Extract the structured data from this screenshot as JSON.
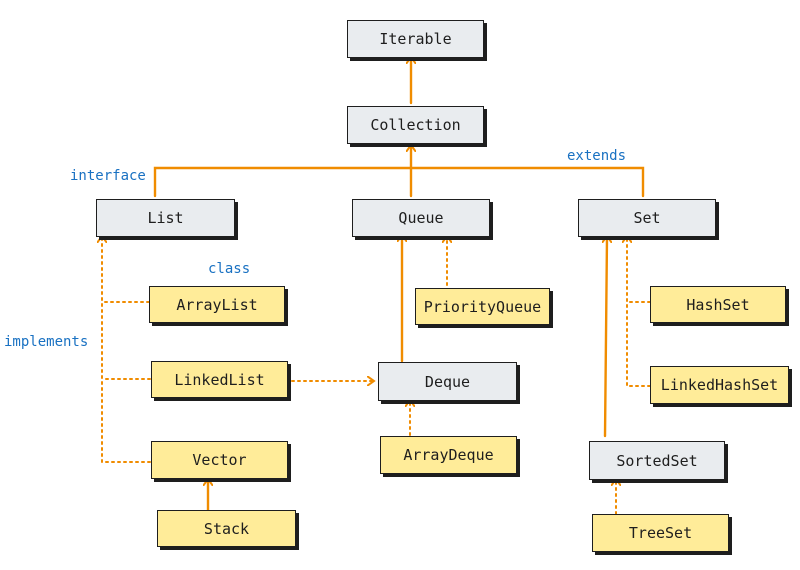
{
  "colors": {
    "interface_fill": "#e9ecef",
    "class_fill": "#ffec99",
    "arrow": "#f08c00",
    "label": "#1971c2",
    "stroke": "#1e1e1e"
  },
  "nodes": {
    "iterable": "Iterable",
    "collection": "Collection",
    "list": "List",
    "queue": "Queue",
    "set": "Set",
    "arraylist": "ArrayList",
    "linkedlist": "LinkedList",
    "vector": "Vector",
    "stack": "Stack",
    "priorityqueue": "PriorityQueue",
    "deque": "Deque",
    "arraydeque": "ArrayDeque",
    "hashset": "HashSet",
    "linkedhashset": "LinkedHashSet",
    "sortedset": "SortedSet",
    "treeset": "TreeSet"
  },
  "legend": {
    "interface": "interface",
    "extends": "extends",
    "class": "class",
    "implements": "implements"
  }
}
